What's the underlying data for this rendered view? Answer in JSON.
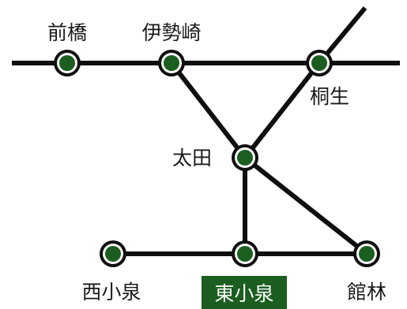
{
  "colors": {
    "line": "#0f0f0f",
    "station_fill": "#1b5e20",
    "station_ring": "#0f0f0f",
    "station_gap": "#ffffff",
    "highlight_bg": "#1b5e20",
    "highlight_text": "#ffffff",
    "label_text": "#1a1a1a"
  },
  "stations": {
    "maebashi": {
      "name": "前橋"
    },
    "isesaki": {
      "name": "伊勢崎"
    },
    "kiryu": {
      "name": "桐生"
    },
    "ota": {
      "name": "太田"
    },
    "nishikoizumi": {
      "name": "西小泉"
    },
    "higashikoizumi": {
      "name": "東小泉",
      "highlighted": true
    },
    "tatebayashi": {
      "name": "館林"
    }
  }
}
